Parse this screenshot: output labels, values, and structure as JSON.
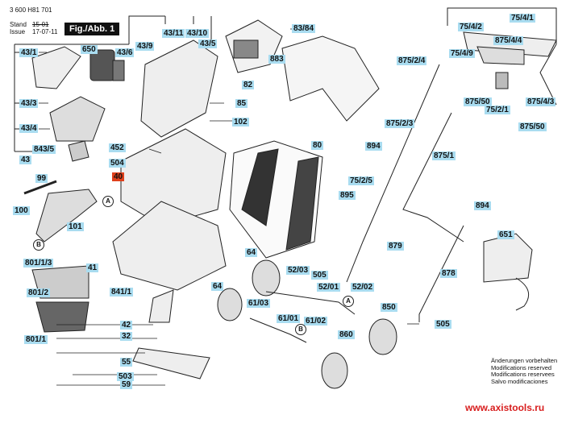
{
  "header": {
    "part_number": "3 600 H81 701",
    "stand_label": "Stand",
    "issue_label": "Issue",
    "stand_value": "15-01",
    "issue_value": "17-07-11",
    "figure_title": "Fig./Abb. 1"
  },
  "labels": {
    "l43_1": "43/1",
    "l650": "650",
    "l43_6": "43/6",
    "l43": "43",
    "l43_9": "43/9",
    "l43_11": "43/11",
    "l43_10": "43/10",
    "l43_5": "43/5",
    "l82": "82",
    "l83_84": "83/84",
    "l883": "883",
    "l85": "85",
    "l102": "102",
    "l43_3": "43/3",
    "l43_4": "43/4",
    "l843_5": "843/5",
    "l43b": "43",
    "l452": "452",
    "l504": "504",
    "l40": "40",
    "l80": "80",
    "l99": "99",
    "l100": "100",
    "l101": "101",
    "l801_1_3": "801/1/3",
    "l801_2": "801/2",
    "l801_1": "801/1",
    "l41": "41",
    "l841_1": "841/1",
    "l42": "42",
    "l32": "32",
    "l55": "55",
    "l503": "503",
    "l59": "59",
    "l64a": "64",
    "l64b": "64",
    "l52_03": "52/03",
    "l505a": "505",
    "l52_01": "52/01",
    "l52_02": "52/02",
    "l61_03": "61/03",
    "l61_01": "61/01",
    "l61_02": "61/02",
    "l850": "850",
    "l860": "860",
    "l505b": "505",
    "l878": "878",
    "l879": "879",
    "l651": "651",
    "l894a": "894",
    "l894b": "894",
    "l895": "895",
    "l75_2_5": "75/2/5",
    "l875_1": "875/1",
    "l875_2_3": "875/2/3",
    "l875_2_4": "875/2/4",
    "l75_4_9": "75/4/9",
    "l75_4_2": "75/4/2",
    "l75_4_1": "75/4/1",
    "l875_4_4": "875/4/4",
    "l875_50a": "875/50",
    "l75_2_1": "75/2/1",
    "l875_4_3": "875/4/3",
    "l875_50b": "875/50"
  },
  "callouts": {
    "a1": "A",
    "b1": "B",
    "a2": "A",
    "b2": "B"
  },
  "notes": [
    "Änderungen vorbehalten",
    "Modifications reserved",
    "Modifications reservees",
    "Salvo modificaciones"
  ],
  "website": "www.axistools.ru",
  "colors": {
    "label_fill": "#a9dcf0",
    "highlight_label": "#e0401c",
    "website": "#d81e1e"
  }
}
